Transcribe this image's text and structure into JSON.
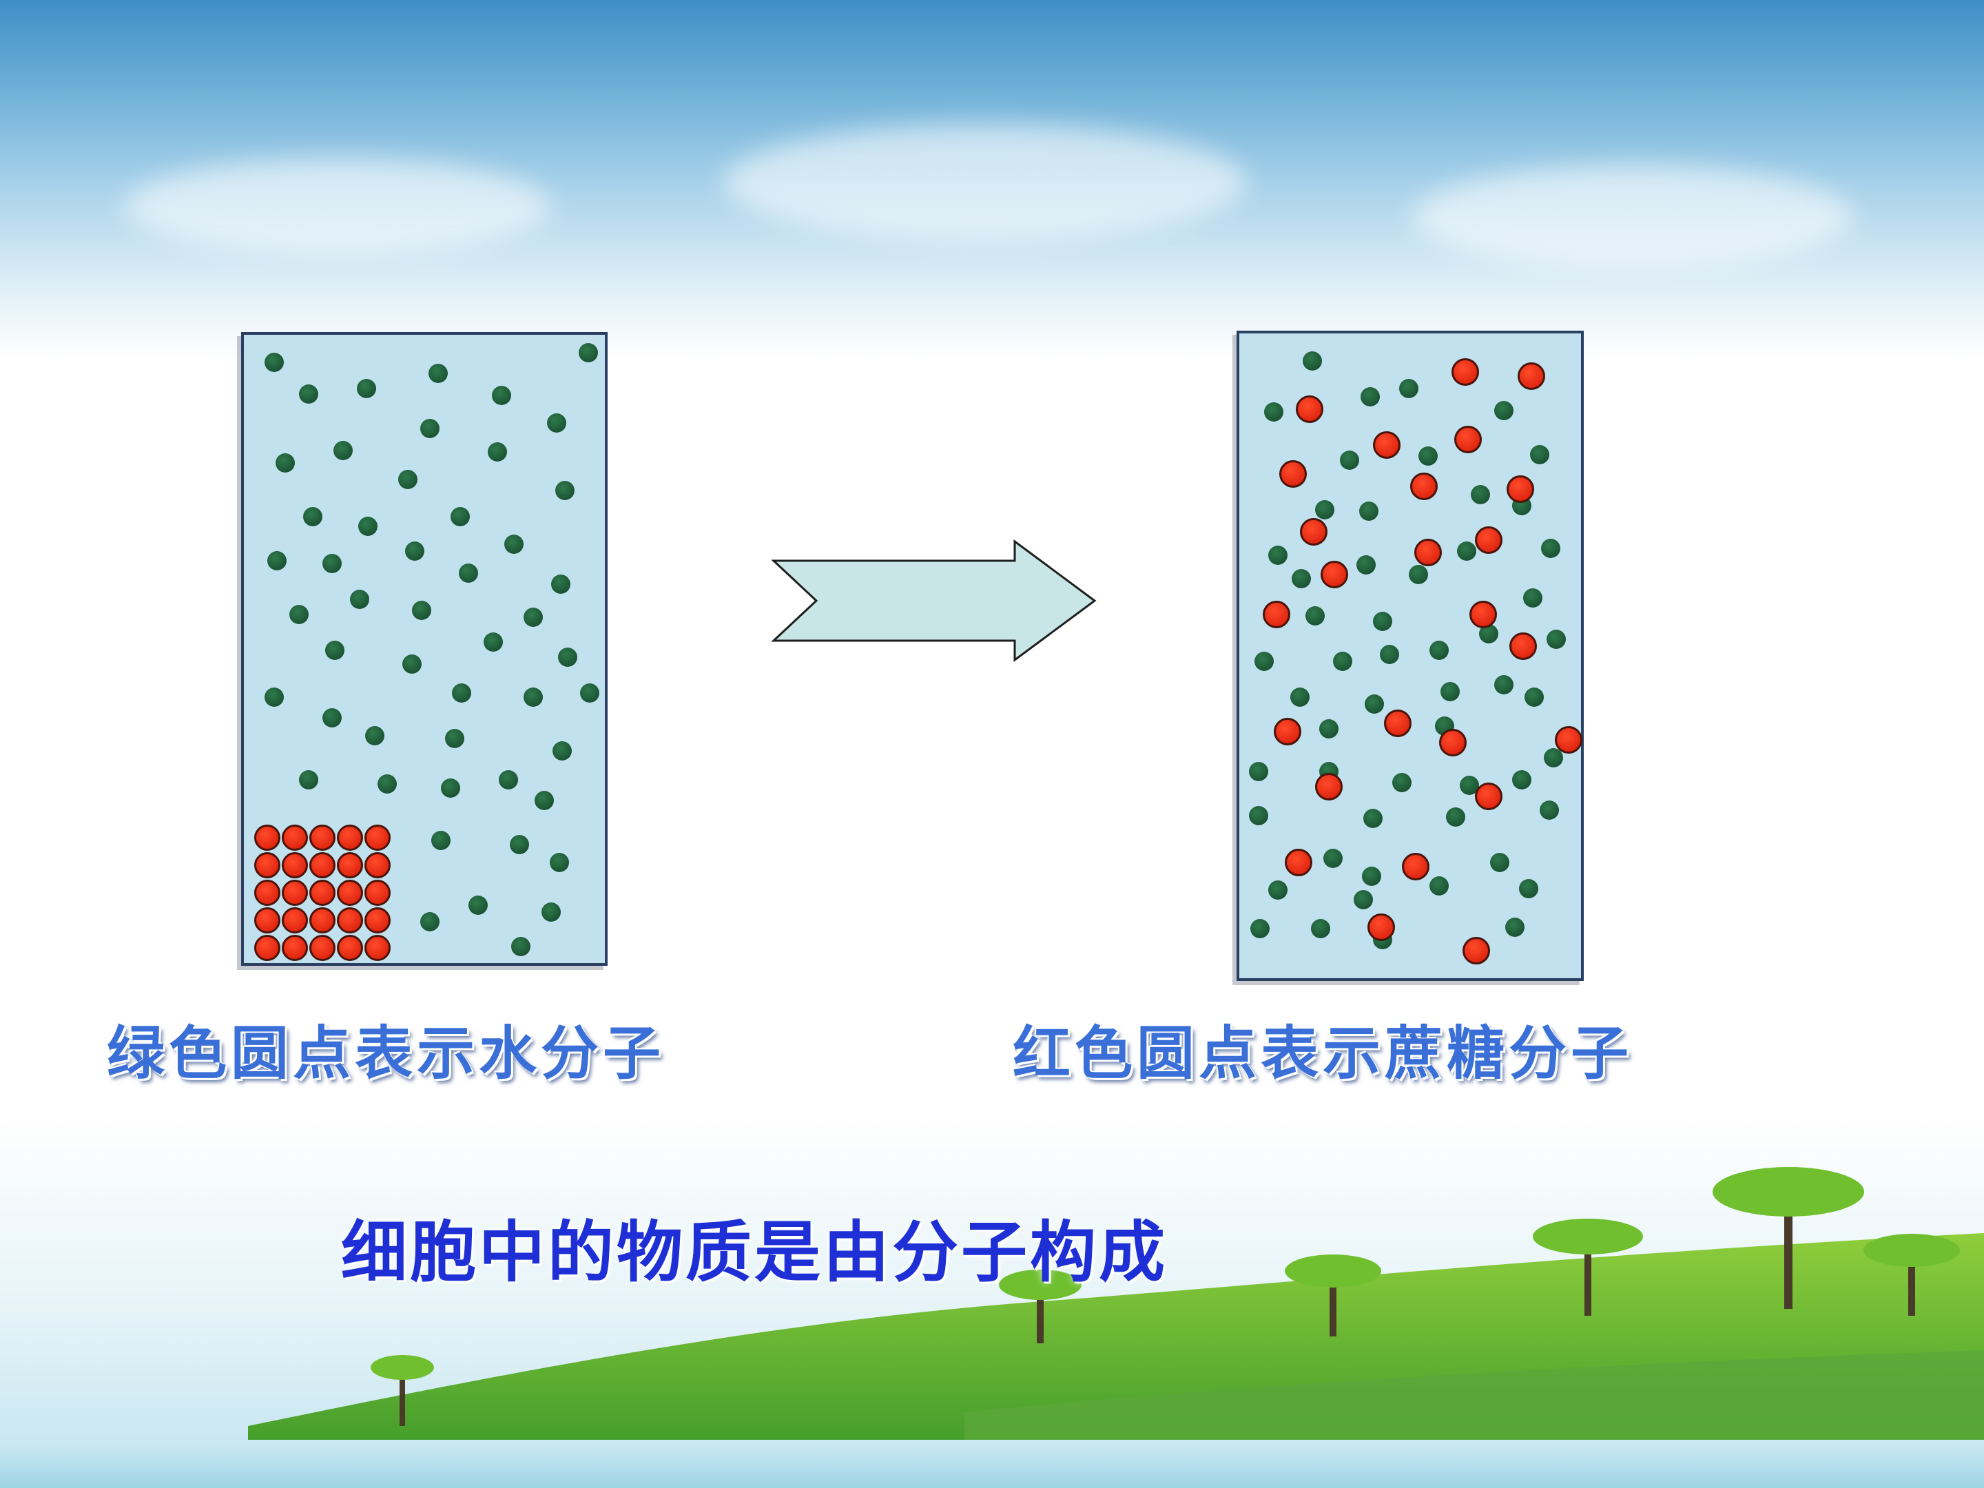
{
  "captions": {
    "water": "绿色圆点表示水分子",
    "sugar": "红色圆点表示蔗糖分子"
  },
  "conclusion": "细胞中的物质是由分子构成",
  "colors": {
    "panel_fill": "#c2e1ee",
    "water_molecule": "#1b5a35",
    "sugar_molecule": "#e8200a",
    "arrow_fill": "#c8e6e6",
    "caption_text": "#3a6fd8",
    "conclusion_text": "#1f2fd6"
  },
  "diagram": {
    "before": {
      "state": "sugar cube in water",
      "sugar_grid": {
        "rows": 5,
        "cols": 5
      }
    },
    "after": {
      "state": "sugar dissolved in water"
    },
    "arrow": "right-arrow-icon"
  }
}
